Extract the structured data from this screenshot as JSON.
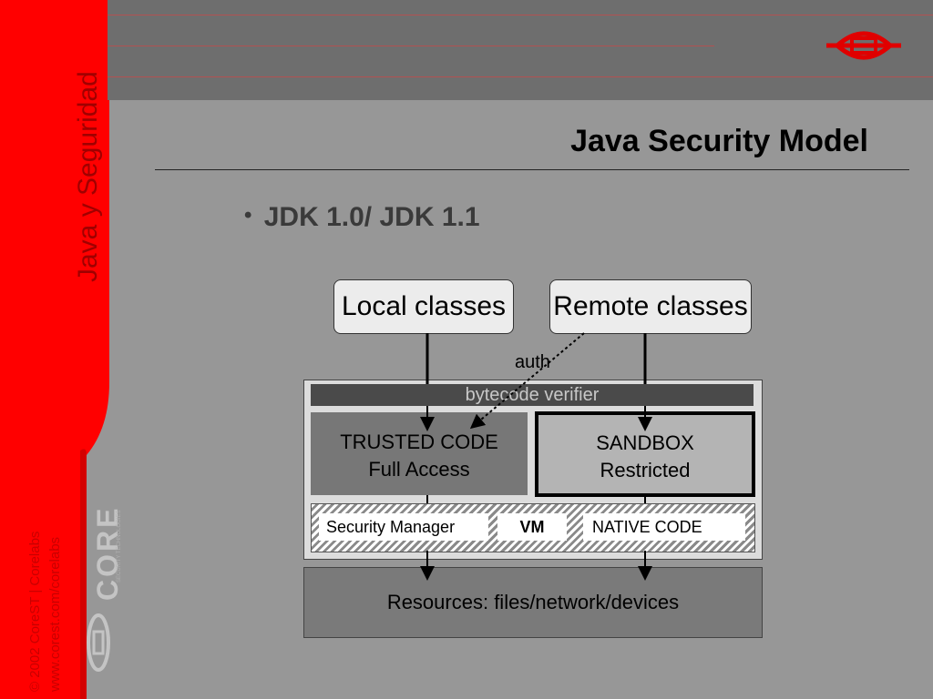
{
  "sidebar": {
    "vertical_title": "Java  y  Seguridad",
    "copyright_line1": "© 2002 CoreST  |  Corelabs",
    "copyright_line2": "www.corest.com/corelabs",
    "logo_text": "CORE",
    "logo_tagline": "SECURITY TECHNOLOGIES"
  },
  "header": {
    "logo_icon": "core-logo-icon"
  },
  "slide": {
    "title": "Java Security Model",
    "bullet": "JDK 1.0/ JDK 1.1"
  },
  "diagram": {
    "local_classes": "Local classes",
    "remote_classes": "Remote classes",
    "auth": "auth",
    "bytecode_verifier": "bytecode verifier",
    "trusted_code_line1": "TRUSTED CODE",
    "trusted_code_line2": "Full Access",
    "sandbox_line1": "SANDBOX",
    "sandbox_line2": "Restricted",
    "security_manager": "Security Manager",
    "vm": "VM",
    "native_code": "NATIVE CODE",
    "resources": "Resources: files/network/devices"
  },
  "colors": {
    "sidebar_red": "#ff0000",
    "background": "#979797",
    "topbar": "#6e6e6e"
  }
}
